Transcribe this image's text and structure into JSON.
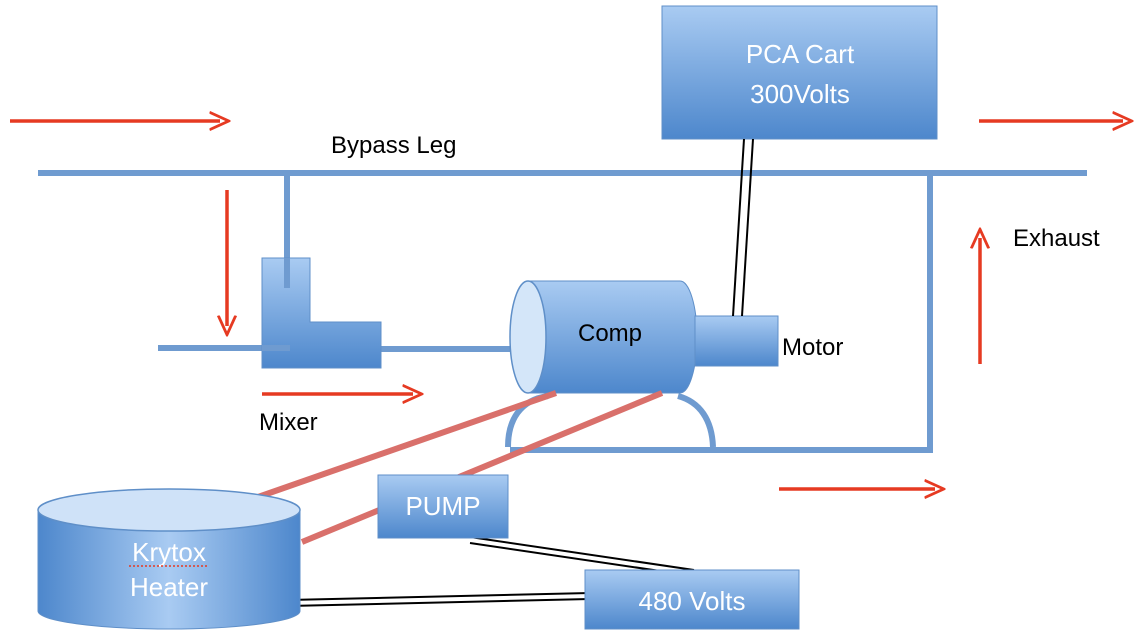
{
  "labels": {
    "bypass_leg": "Bypass Leg",
    "exhaust": "Exhaust",
    "mixer": "Mixer",
    "motor": "Motor"
  },
  "boxes": {
    "pca_cart": {
      "line1": "PCA Cart",
      "line2": "300Volts"
    },
    "comp": "Comp",
    "pump": "PUMP",
    "krytox": {
      "line1": "Krytox",
      "line2": "Heater"
    },
    "volts480": "480 Volts"
  },
  "colors": {
    "pipe": "#6f9bd0",
    "box_light": "#a9cbf2",
    "box_dark": "#4d87cc",
    "arrow": "#e63a22",
    "heater_line": "#d9706b",
    "cable": "#000000"
  },
  "icons": {
    "flow_arrow": "arrow-right-icon"
  }
}
